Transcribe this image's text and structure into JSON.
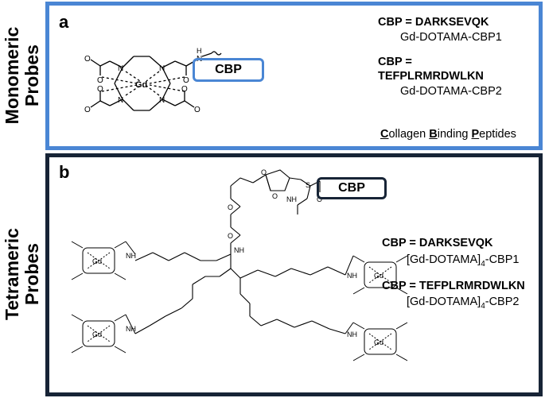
{
  "side_labels": {
    "monomeric": [
      "Monomeric",
      "Probes"
    ],
    "tetrameric": [
      "Tetrameric",
      "Probes"
    ]
  },
  "panel_a": {
    "letter": "a",
    "cbp_box": "CBP",
    "probe1_seq": "CBP = DARKSEVQK",
    "probe1_name": "Gd-DOTAMA-CBP1",
    "probe2_seq_line1": "CBP =",
    "probe2_seq_line2": "TEFPLRMRDWLKN",
    "probe2_name": "Gd-DOTAMA-CBP2",
    "footer": {
      "c": "C",
      "c_rest": "ollagen ",
      "b": "B",
      "b_rest": "inding ",
      "p": "P",
      "p_rest": "eptides"
    }
  },
  "panel_b": {
    "letter": "b",
    "cbp_box": "CBP",
    "probe1_seq": "CBP = DARKSEVQK",
    "probe1_name_pre": "[Gd-DOTAMA]",
    "probe1_sub": "4",
    "probe1_name_post": "-CBP1",
    "probe2_seq": "CBP = TEFPLRMRDWLKN",
    "probe2_name_pre": "[Gd-DOTAMA]",
    "probe2_sub": "4",
    "probe2_name_post": "-CBP2"
  },
  "atoms": {
    "gd": "Gd",
    "n": "N",
    "o": "O",
    "h": "H",
    "s": "S",
    "nh": "NH"
  },
  "colors": {
    "panel_a_border": "#4a86d4",
    "panel_b_border": "#172436",
    "cbp_a_border": "#4a86d4",
    "cbp_b_border": "#172436"
  }
}
